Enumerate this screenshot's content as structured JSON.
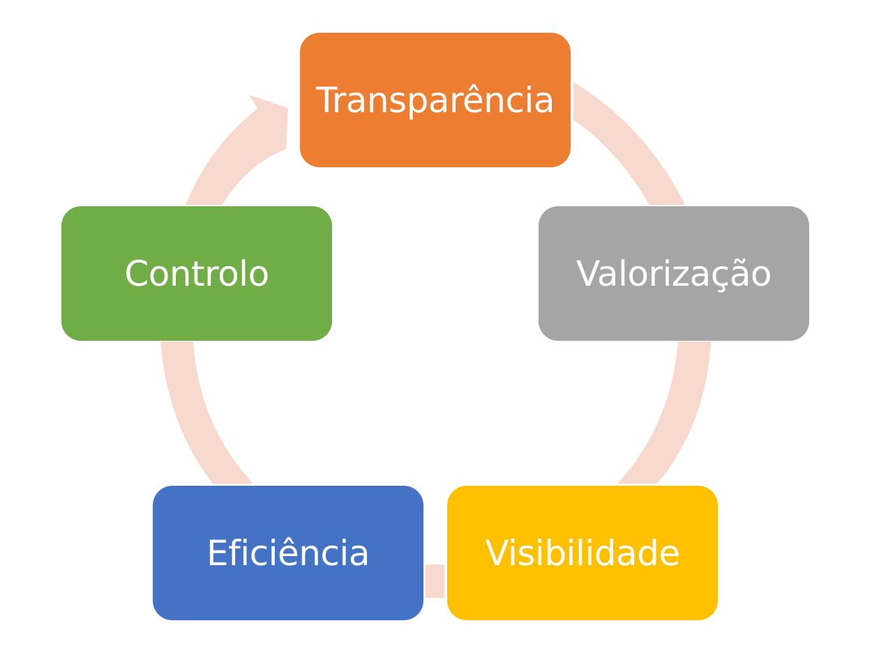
{
  "diagram": {
    "connector_color": "#f8d9ce",
    "nodes": [
      {
        "label": "Transparência",
        "color": "#ed7d31"
      },
      {
        "label": "Valorização",
        "color": "#a5a5a5"
      },
      {
        "label": "Visibilidade",
        "color": "#ffc000"
      },
      {
        "label": "Eficiência",
        "color": "#4472c4"
      },
      {
        "label": "Controlo",
        "color": "#70ad47"
      }
    ]
  }
}
